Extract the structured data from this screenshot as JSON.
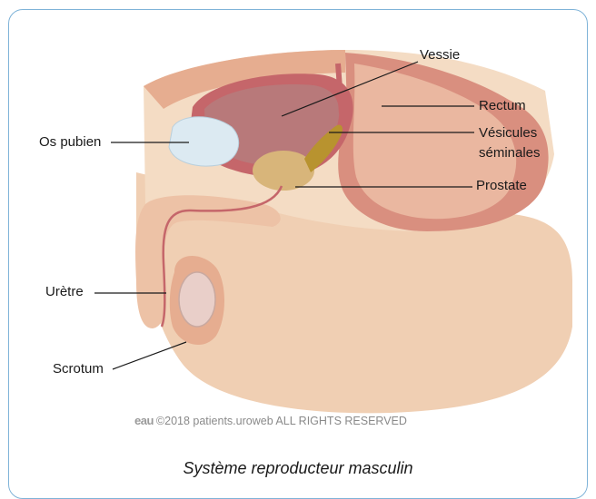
{
  "labels": {
    "vessie": "Vessie",
    "rectum": "Rectum",
    "vesicules_line1": "Vésicules",
    "vesicules_line2": "séminales",
    "prostate": "Prostate",
    "os_pubien": "Os pubien",
    "uretre": "Urètre",
    "scrotum": "Scrotum"
  },
  "copyright": {
    "logo": "eau",
    "text": "©2018 patients.uroweb ALL RIGHTS RESERVED"
  },
  "caption": "Système reproducteur masculin",
  "colors": {
    "frame": "#7fb3d8",
    "skin": "#f2d3b8",
    "tissue": "#e9b89c",
    "muscle": "#c5666a",
    "bladder_inner": "#b8797a",
    "bone": "#dceaf2",
    "gland": "#d8b57a",
    "vesicle": "#b8932f"
  }
}
